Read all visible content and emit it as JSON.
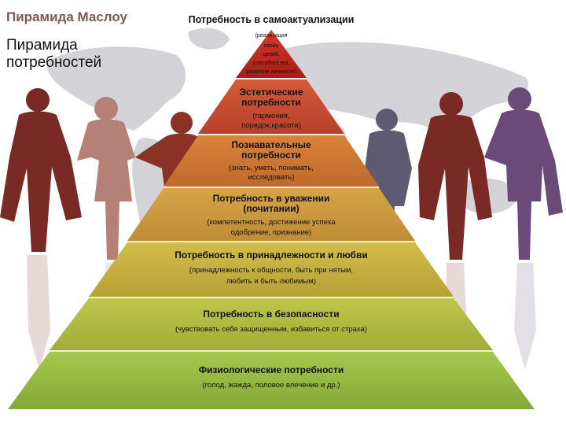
{
  "header": {
    "title": "Пирамида Маслоу",
    "subtitle": "Пирамида потребностей"
  },
  "pyramid": {
    "levels": [
      {
        "title": "Потребность в самоактуализации",
        "desc_lines": [
          "(реализация",
          "своих",
          "целей,",
          "способностей,",
          "развитие личности)"
        ]
      },
      {
        "title_lines": [
          "Эстетические",
          "потребности"
        ],
        "desc_lines": [
          "(гармония,",
          "порядок,красота)"
        ]
      },
      {
        "title_lines": [
          "Познавательные",
          "потребности"
        ],
        "desc_lines": [
          "(знать, уметь, понимать,",
          "исследовать)"
        ]
      },
      {
        "title_lines": [
          "Потребность в уважении",
          "(почитании)"
        ],
        "desc_lines": [
          "(компетентность, достижение успеха",
          "одобрение, признание)"
        ]
      },
      {
        "title": "Потребность в принадлежности и любви",
        "desc_lines": [
          "(принадлежность к общности, быть при нятым,",
          "любить и быть любимым)"
        ]
      },
      {
        "title": "Потребность в безопасности",
        "desc": "(чувствовать себя защищенным, избавиться от страха)"
      },
      {
        "title": "Физиологические потребности",
        "desc": "(голод, жажда, половое влечение и др.)"
      }
    ]
  },
  "colors": {
    "header_title": "#7a5a52",
    "tier_1": "#b8251e",
    "tier_2": "#c5492a",
    "tier_3": "#c8742e",
    "tier_4": "#c39337",
    "tier_5": "#bda83a",
    "tier_6": "#a8b33a",
    "tier_7": "#8cb23b",
    "figure_dark_red": "#7a2a24",
    "figure_pink": "#b48078",
    "figure_purple": "#6a4a78",
    "figure_slate": "#5e5a72",
    "map": "#c9c9cf"
  }
}
